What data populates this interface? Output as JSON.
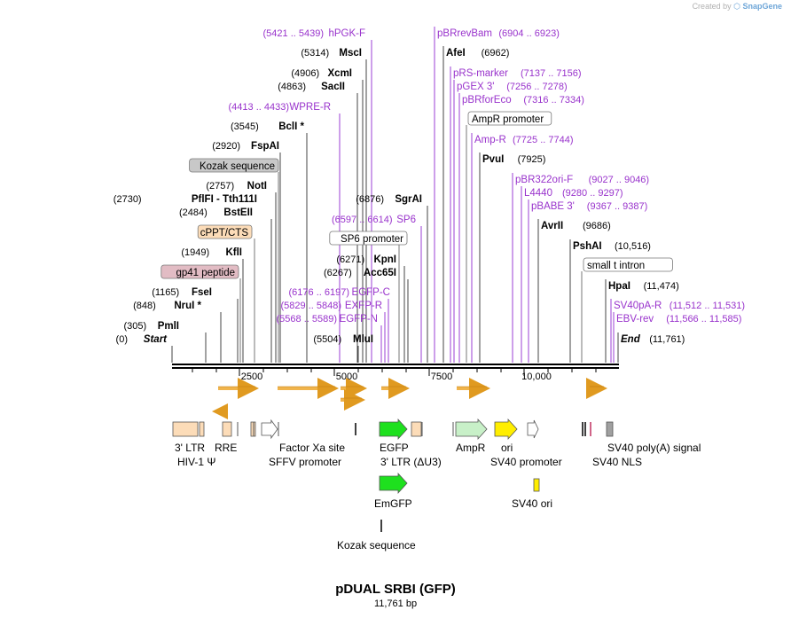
{
  "credit": {
    "prefix": "Created by",
    "brand": "SnapGene"
  },
  "map": {
    "name": "pDUAL SRBI (GFP)",
    "size_label": "11,761 bp",
    "ruler_ticks": [
      "2500",
      "5000",
      "7500",
      "10,000"
    ]
  },
  "left_labels": [
    {
      "pos": "(5421 .. 5439)",
      "name": "hPGK-F",
      "kind": "primer"
    },
    {
      "pos": "(5314)",
      "name": "MscI",
      "kind": "enzyme"
    },
    {
      "pos": "(4906)",
      "name": "XcmI",
      "kind": "enzyme"
    },
    {
      "pos": "(4863)",
      "name": "SacII",
      "kind": "enzyme"
    },
    {
      "pos": "(4413 .. 4433)",
      "name": "WPRE-R",
      "kind": "primer"
    },
    {
      "pos": "(3545)",
      "name": "BclI *",
      "kind": "enzyme"
    },
    {
      "pos": "(2920)",
      "name": "FspAI",
      "kind": "enzyme"
    },
    {
      "pos": "",
      "name": "Kozak sequence",
      "kind": "box",
      "fill": "#c8c8c8"
    },
    {
      "pos": "(2757)",
      "name": "NotI",
      "kind": "enzyme"
    },
    {
      "pos": "(2730)",
      "name": "PflFI  -  Tth111I",
      "kind": "enzyme"
    },
    {
      "pos": "(2484)",
      "name": "BstEII",
      "kind": "enzyme"
    },
    {
      "pos": "",
      "name": "cPPT/CTS",
      "kind": "box",
      "fill": "#fcdcb8"
    },
    {
      "pos": "(1949)",
      "name": "KflI",
      "kind": "enzyme"
    },
    {
      "pos": "",
      "name": "gp41 peptide",
      "kind": "box",
      "fill": "#e2bcc4"
    },
    {
      "pos": "(1165)",
      "name": "FseI",
      "kind": "enzyme"
    },
    {
      "pos": "(848)",
      "name": "NruI *",
      "kind": "enzyme"
    },
    {
      "pos": "(305)",
      "name": "PmlI",
      "kind": "enzyme"
    },
    {
      "pos": "(0)",
      "name": "Start",
      "kind": "end"
    }
  ],
  "center_labels": [
    {
      "pos": "(6876)",
      "name": "SgrAI",
      "kind": "enzyme"
    },
    {
      "pos": "(6597 .. 6614)",
      "name": "SP6",
      "kind": "primer"
    },
    {
      "pos": "",
      "name": "SP6 promoter",
      "kind": "box",
      "fill": "#ffffff"
    },
    {
      "pos": "(6271)",
      "name": "KpnI",
      "kind": "enzyme"
    },
    {
      "pos": "(6267)",
      "name": "Acc65I",
      "kind": "enzyme"
    },
    {
      "pos": "(6176 .. 6197)",
      "name": "EGFP-C",
      "kind": "primer"
    },
    {
      "pos": "(5829 .. 5848)",
      "name": "EXFP-R",
      "kind": "primer"
    },
    {
      "pos": "(5568 .. 5589)",
      "name": "EGFP-N",
      "kind": "primer"
    },
    {
      "pos": "(5504)",
      "name": "MluI",
      "kind": "enzyme"
    }
  ],
  "right_labels": [
    {
      "name": "pBRrevBam",
      "pos": "(6904 .. 6923)",
      "kind": "primer"
    },
    {
      "name": "AfeI",
      "pos": "(6962)",
      "kind": "enzyme"
    },
    {
      "name": "pRS-marker",
      "pos": "(7137 .. 7156)",
      "kind": "primer"
    },
    {
      "name": "pGEX 3'",
      "pos": "(7256 .. 7278)",
      "kind": "primer"
    },
    {
      "name": "pBRforEco",
      "pos": "(7316 .. 7334)",
      "kind": "primer"
    },
    {
      "name": "AmpR promoter",
      "pos": "",
      "kind": "box",
      "fill": "#ffffff"
    },
    {
      "name": "Amp-R",
      "pos": "(7725 .. 7744)",
      "kind": "primer"
    },
    {
      "name": "PvuI",
      "pos": "(7925)",
      "kind": "enzyme"
    },
    {
      "name": "pBR322ori-F",
      "pos": "(9027 .. 9046)",
      "kind": "primer"
    },
    {
      "name": "L4440",
      "pos": "(9280 .. 9297)",
      "kind": "primer"
    },
    {
      "name": "pBABE 3'",
      "pos": "(9367 .. 9387)",
      "kind": "primer"
    },
    {
      "name": "AvrII",
      "pos": "(9686)",
      "kind": "enzyme"
    },
    {
      "name": "PshAI",
      "pos": "(10,516)",
      "kind": "enzyme"
    },
    {
      "name": "small t intron",
      "pos": "",
      "kind": "box",
      "fill": "#ffffff"
    },
    {
      "name": "HpaI",
      "pos": "(11,474)",
      "kind": "enzyme"
    },
    {
      "name": "SV40pA-R",
      "pos": "(11,512 .. 11,531)",
      "kind": "primer"
    },
    {
      "name": "EBV-rev",
      "pos": "(11,566 .. 11,585)",
      "kind": "primer"
    },
    {
      "name": "End",
      "pos": "(11,761)",
      "kind": "end"
    }
  ],
  "feature_labels": [
    "3' LTR",
    "HIV-1 Ψ",
    "RRE",
    "SFFV promoter",
    "Factor Xa site",
    "EGFP",
    "3' LTR (ΔU3)",
    "AmpR",
    "ori",
    "SV40 promoter",
    "SV40 NLS",
    "SV40 poly(A) signal",
    "EmGFP",
    "SV40 ori",
    "Kozak sequence"
  ],
  "colors": {
    "enzyme": "#000000",
    "primer": "#9933cc",
    "primer_line": "#9b3fd6",
    "enzyme_line": "#444444",
    "orf_fill": "#f0b44c",
    "orf_stroke": "#c07a10",
    "egfp": "#1ee01e",
    "ori": "#ffee00",
    "ampr": "#c8f0c8",
    "ltr": "#fcdcb8",
    "sv40nls": "#a0a0a0"
  }
}
